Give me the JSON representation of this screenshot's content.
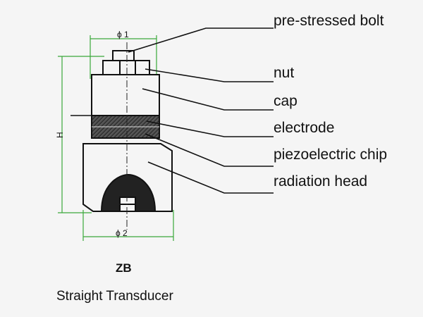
{
  "labels": {
    "bolt": "pre-stressed bolt",
    "nut": "nut",
    "cap": "cap",
    "electrode": "electrode",
    "piezo": "piezoelectric chip",
    "head": "radiation head"
  },
  "dimensions": {
    "phi1": "ϕ 1",
    "phi2": "ϕ 2",
    "h": "H"
  },
  "model": "ZB",
  "caption": "Straight Transducer",
  "colors": {
    "dimension_lines": "#3aa83a",
    "outline": "#111111"
  }
}
